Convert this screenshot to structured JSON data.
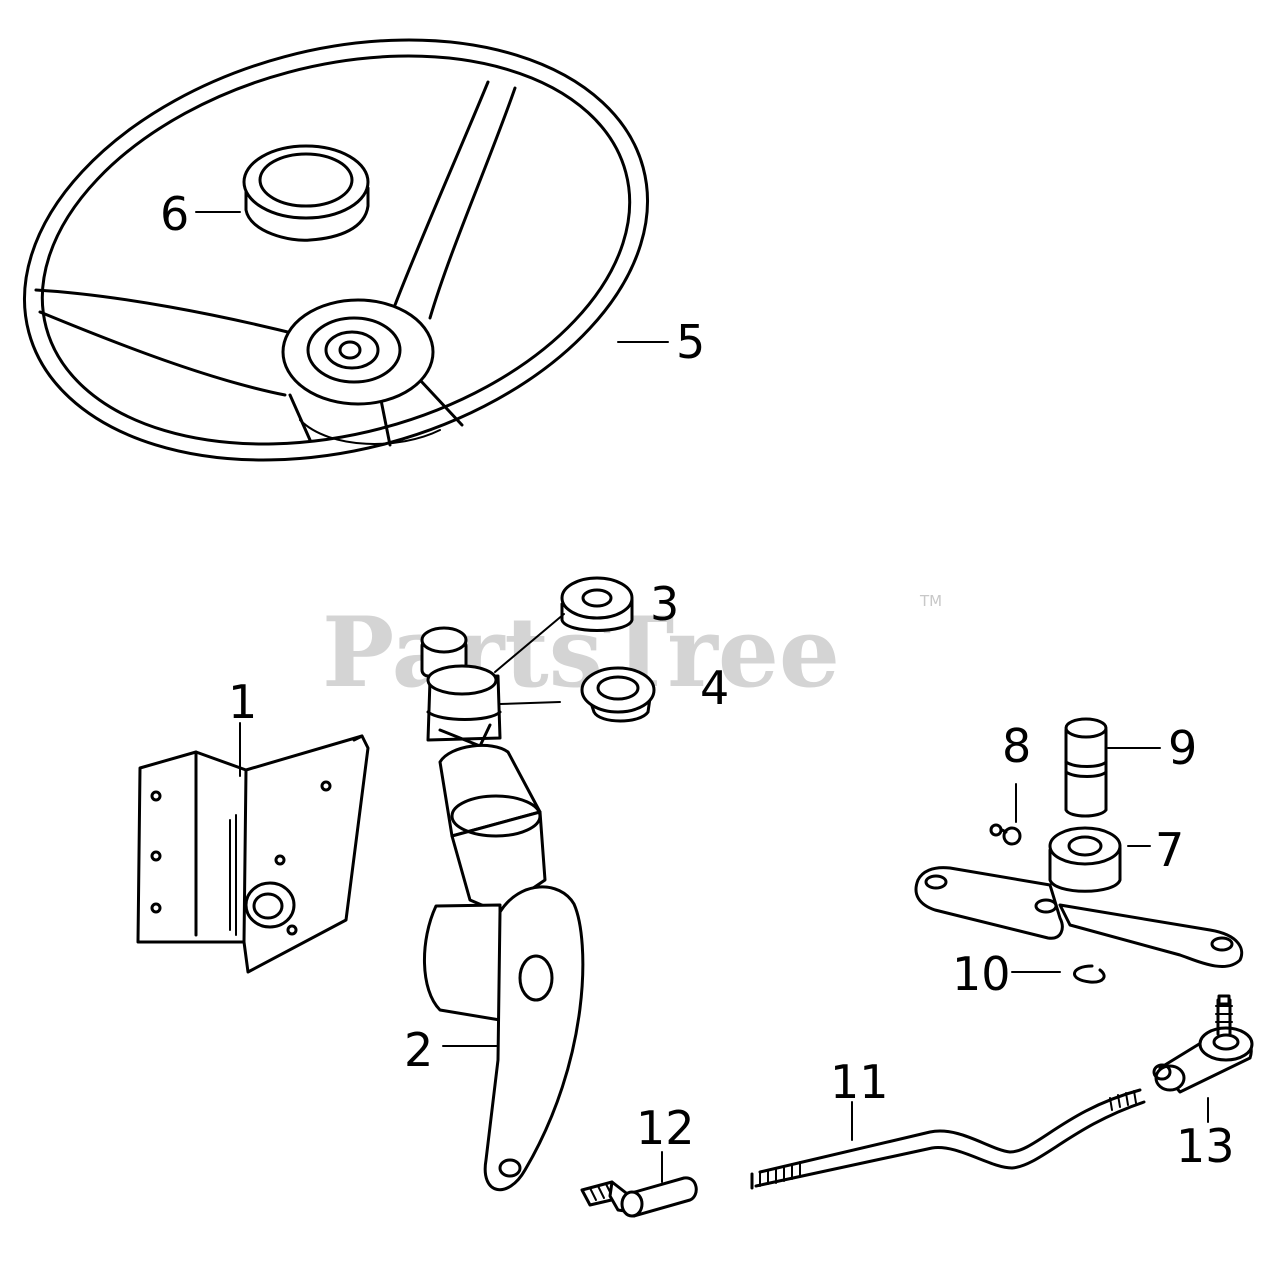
{
  "watermark": {
    "text": "PartsTree",
    "trademark": "TM"
  },
  "callouts": [
    {
      "id": "1",
      "label": "1"
    },
    {
      "id": "2",
      "label": "2"
    },
    {
      "id": "3",
      "label": "3"
    },
    {
      "id": "4",
      "label": "4"
    },
    {
      "id": "5",
      "label": "5"
    },
    {
      "id": "6",
      "label": "6"
    },
    {
      "id": "7",
      "label": "7"
    },
    {
      "id": "8",
      "label": "8"
    },
    {
      "id": "9",
      "label": "9"
    },
    {
      "id": "10",
      "label": "10"
    },
    {
      "id": "11",
      "label": "11"
    },
    {
      "id": "12",
      "label": "12"
    },
    {
      "id": "13",
      "label": "13"
    }
  ],
  "parts": [
    {
      "ref": "1",
      "icon": "mounting-bracket-icon"
    },
    {
      "ref": "2",
      "icon": "steering-shaft-icon"
    },
    {
      "ref": "3",
      "icon": "bushing-icon"
    },
    {
      "ref": "4",
      "icon": "flanged-bushing-icon"
    },
    {
      "ref": "5",
      "icon": "steering-wheel-icon"
    },
    {
      "ref": "6",
      "icon": "wheel-cap-icon"
    },
    {
      "ref": "7",
      "icon": "steering-arm-icon"
    },
    {
      "ref": "8",
      "icon": "grease-fitting-icon"
    },
    {
      "ref": "9",
      "icon": "pin-icon"
    },
    {
      "ref": "10",
      "icon": "retaining-ring-icon"
    },
    {
      "ref": "11",
      "icon": "drag-link-rod-icon"
    },
    {
      "ref": "12",
      "icon": "bolt-and-spacer-icon"
    },
    {
      "ref": "13",
      "icon": "ball-joint-icon"
    }
  ],
  "colors": {
    "line": "#000000",
    "background": "#ffffff",
    "watermark": "#d4d4d4"
  }
}
